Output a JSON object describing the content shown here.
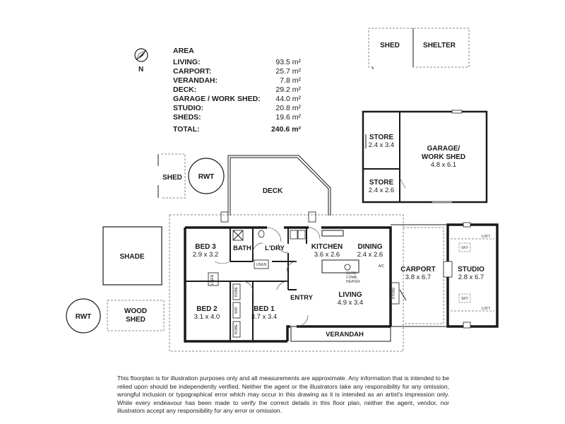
{
  "area_table": {
    "heading": "AREA",
    "rows": [
      {
        "label": "LIVING:",
        "value": "93.5 m²"
      },
      {
        "label": "CARPORT:",
        "value": "25.7 m²"
      },
      {
        "label": "VERANDAH:",
        "value": "7.8 m²"
      },
      {
        "label": "DECK:",
        "value": "29.2 m²"
      },
      {
        "label": "GARAGE / WORK SHED:",
        "value": "44.0 m²"
      },
      {
        "label": "STUDIO:",
        "value": "20.8 m²"
      },
      {
        "label": "SHEDS:",
        "value": "19.6 m²"
      }
    ],
    "total_label": "TOTAL:",
    "total_value": "240.6 m²"
  },
  "compass": {
    "north_label": "N"
  },
  "outbuildings": {
    "shed_top": "SHED",
    "shelter": "SHELTER",
    "store1": {
      "name": "STORE",
      "dims": "2.4 x 3.4"
    },
    "store2": {
      "name": "STORE",
      "dims": "2.4 x 2.6"
    },
    "garage": {
      "name_line1": "GARAGE/",
      "name_line2": "WORK SHED",
      "dims": "4.8 x 6.1"
    },
    "shed_left": "SHED",
    "rwt_top": "RWT",
    "deck": "DECK",
    "shade": "SHADE",
    "rwt_bottom": "RWT",
    "wood_shed_line1": "WOOD",
    "wood_shed_line2": "SHED"
  },
  "rooms": {
    "bed3": {
      "name": "BED 3",
      "dims": "2.9 x 3.2"
    },
    "bath": {
      "name": "BATH"
    },
    "ldry": {
      "name": "L'DRY"
    },
    "kitchen": {
      "name": "KITCHEN",
      "dims": "3.6 x 2.6"
    },
    "dining": {
      "name": "DINING",
      "dims": "2.4 x 2.6"
    },
    "bed2": {
      "name": "BED 2",
      "dims": "3.1 x 4.0"
    },
    "bed1": {
      "name": "BED 1",
      "dims": "3.7 x 3.4"
    },
    "entry": {
      "name": "ENTRY"
    },
    "living": {
      "name": "LIVING",
      "dims": "4.9 x 3.4"
    },
    "verandah": {
      "name": "VERANDAH"
    },
    "carport": {
      "name": "CARPORT",
      "dims": "3.8 x 6.7"
    },
    "studio": {
      "name": "STUDIO",
      "dims": "2.8 x 6.7"
    }
  },
  "fixtures": {
    "linen1": "LINEN",
    "linen2": "LINEN",
    "robe1": "ROBE",
    "robe2": "ROBE",
    "wir": "WIR",
    "slow_line1": "SLOW",
    "slow_line2": "COMB.",
    "slow_line3": "HEATER",
    "ac": "A/C",
    "store": "STORE",
    "loft1": "LOFT",
    "loft2": "LOFT",
    "sky1": "SKY",
    "sky2": "SKY"
  },
  "disclaimer": "This floorplan is for illustration purposes only and all measurements are approximate. Any information that is intended to be relied upon should be independently verified. Neither the agent or the illustrators take any responsibility for any omission, wrongful inclusion or typographical error which may occur in this drawing as it is intended as an artist's impression only. While every endeavour has been made to verify the correct details in this floor plan, neither the agent, vendor, nor illustrators accept any responsibility for any error or omission."
}
